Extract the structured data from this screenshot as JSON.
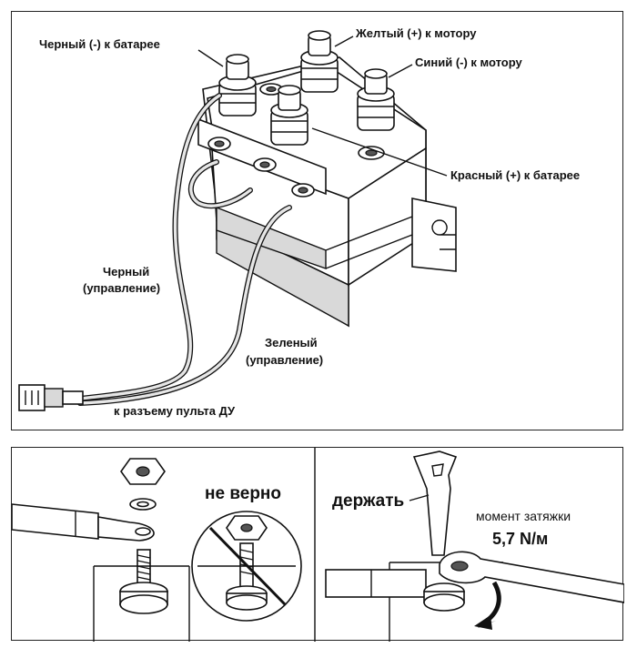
{
  "top": {
    "label_black_battery": "Черный (-) к батарее",
    "label_yellow_motor": "Желтый (+) к мотору",
    "label_blue_motor": "Синий (-) к мотору",
    "label_red_battery": "Красный (+) к батарее",
    "label_black_control_1": "Черный",
    "label_black_control_2": "(управление)",
    "label_green_control_1": "Зеленый",
    "label_green_control_2": "(управление)",
    "label_remote": "к разъему пульта ДУ"
  },
  "bottom": {
    "label_wrong": "не верно",
    "label_hold": "держать",
    "label_torque_title": "момент затяжки",
    "label_torque_value": "5,7 N/м"
  }
}
